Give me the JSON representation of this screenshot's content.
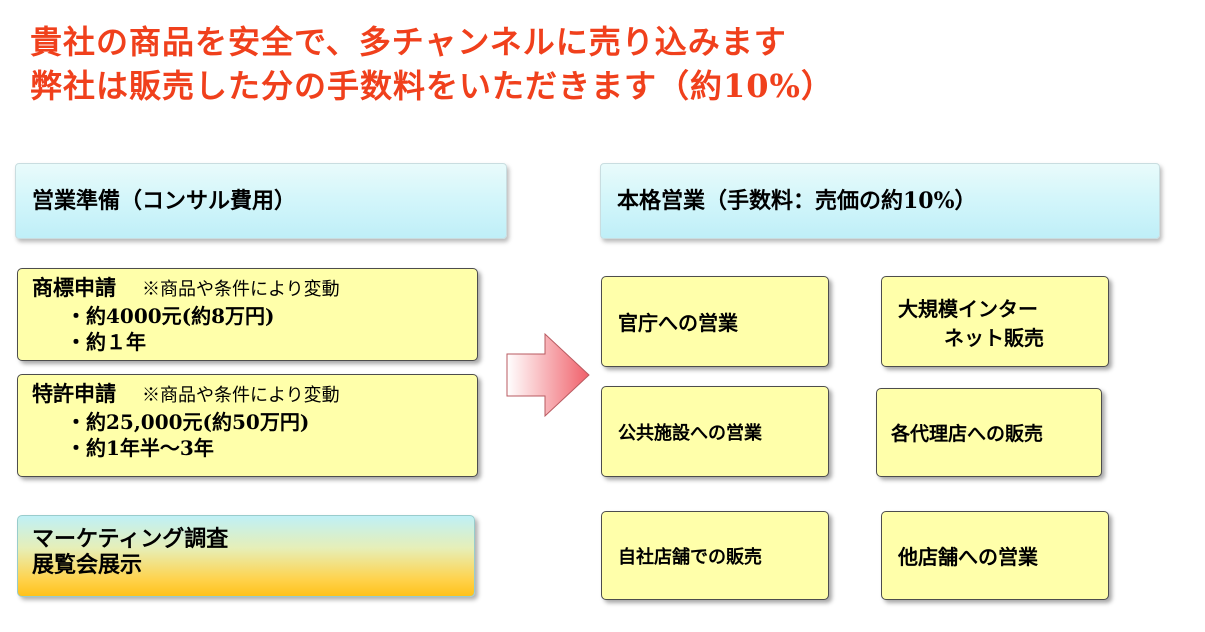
{
  "headline": {
    "line1": "貴社の商品を安全で、多チャンネルに売り込みます",
    "line2": "弊社は販売した分の手数料をいただきます（約10%）"
  },
  "left": {
    "header": "営業準備（コンサル費用）",
    "trademark": {
      "title": "商標申請",
      "note": "※商品や条件により変動",
      "items": [
        "・約4000元(約8万円)",
        "・約１年"
      ]
    },
    "patent": {
      "title": "特許申請",
      "note": "※商品や条件により変動",
      "items": [
        "・約25,000元(約50万円)",
        "・約1年半～3年"
      ]
    },
    "marketing": {
      "line1": "マーケティング調査",
      "line2": "展覧会展示"
    }
  },
  "right": {
    "header": "本格営業（手数料：売価の約10%）",
    "boxes": {
      "government": "官庁への営業",
      "internet_line1": "大規模インター",
      "internet_line2": "ネット販売",
      "public": "公共施設への営業",
      "agency": "各代理店への販売",
      "own_store": "自社店舗での販売",
      "other_store": "他店舗への営業"
    }
  },
  "colors": {
    "headline": "#f0401c",
    "box_fill": "#ffffaa",
    "header_fill": "#ccf3f9",
    "arrow_fill": "#f0606a"
  },
  "icons": {
    "arrow": "right-arrow-icon"
  }
}
